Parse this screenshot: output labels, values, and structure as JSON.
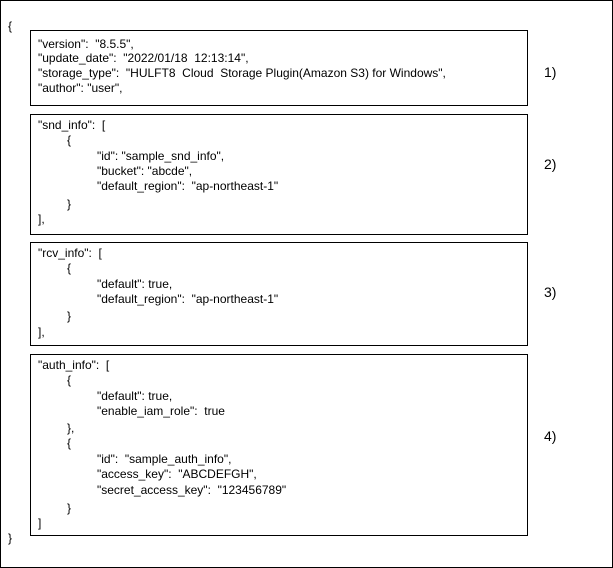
{
  "open_brace": "{",
  "close_brace": "}",
  "sections": [
    {
      "marker": "1)",
      "lines": [
        "\"version\":  \"8.5.5\",",
        "\"update_date\":  \"2022/01/18  12:13:14\",",
        "\"storage_type\":  \"HULFT8  Cloud  Storage Plugin(Amazon S3) for Windows\",",
        "\"author\": \"user\","
      ]
    },
    {
      "marker": "2)",
      "lines": [
        "\"snd_info\":  [",
        "{",
        "\"id\": \"sample_snd_info\",",
        "\"bucket\": \"abcde\",",
        "\"default_region\":  \"ap-northeast-1\"",
        "}",
        "],"
      ]
    },
    {
      "marker": "3)",
      "lines": [
        "\"rcv_info\":  [",
        "{",
        "\"default\": true,",
        "\"default_region\":  \"ap-northeast-1\"",
        "}",
        "],"
      ]
    },
    {
      "marker": "4)",
      "lines": [
        "\"auth_info\":  [",
        "{",
        "\"default\": true,",
        "\"enable_iam_role\":  true",
        "},",
        "{",
        "\"id\":  \"sample_auth_info\",",
        "\"access_key\":  \"ABCDEFGH\",",
        "\"secret_access_key\":  \"123456789\"",
        "}",
        "]"
      ]
    }
  ]
}
